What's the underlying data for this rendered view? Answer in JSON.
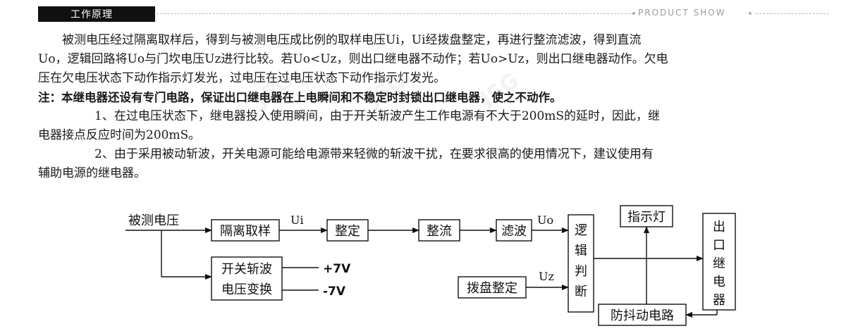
{
  "header": {
    "tab_title": "工作原理",
    "product_show": "PRODUCT SHOW"
  },
  "text": {
    "p1_line1": "被测电压经过隔离取样后，得到与被测电压成比例的取样电压Ui，Ui经拨盘整定，再进行整流滤波，得到直流",
    "p1_line2": "Uo，逻辑回路将Uo与门坎电压Uz进行比较。若Uo<Uz，则出口继电器不动作；若Uo>Uz，则出口继电器动作。欠电",
    "p1_line3": "压在欠电压状态下动作指示灯发光，过电压在过电压状态下动作指示灯发光。",
    "note": "注：本继电器还设有专门电路，保证出口继电器在上电瞬间和不稳定时封锁出口继电器，使之不动作。",
    "item1_line1": "1、在过电压状态下，继电器投入使用瞬间，由于开关斩波产生工作电源有不大于200mS的延时，因此，继",
    "item1_line2": "电器接点反应时间为200mS。",
    "item2_line1": "2、由于采用被动斩波，开关电源可能给电源带来轻微的斩波干扰，在要求很高的使用情况下，建议使用有",
    "item2_line2": "辅助电源的继电器。"
  },
  "diagram": {
    "input_label": "被测电压",
    "isolation_box": "隔离取样",
    "ui_label": "Ui",
    "setting_box": "整定",
    "rectify_box": "整流",
    "filter_box": "滤波",
    "uo_label": "Uo",
    "logic_box": [
      "逻",
      "辑",
      "判",
      "断"
    ],
    "indicator_box": "指示灯",
    "output_box": [
      "出",
      "口",
      "继",
      "电",
      "器"
    ],
    "switch_box_line1": "开关斩波",
    "switch_box_line2": "电压变换",
    "plus7_label": "+7V",
    "minus7_label": "-7V",
    "dial_box": "拨盘整定",
    "uz_label": "Uz",
    "antijitter_box": "防抖动电路"
  }
}
